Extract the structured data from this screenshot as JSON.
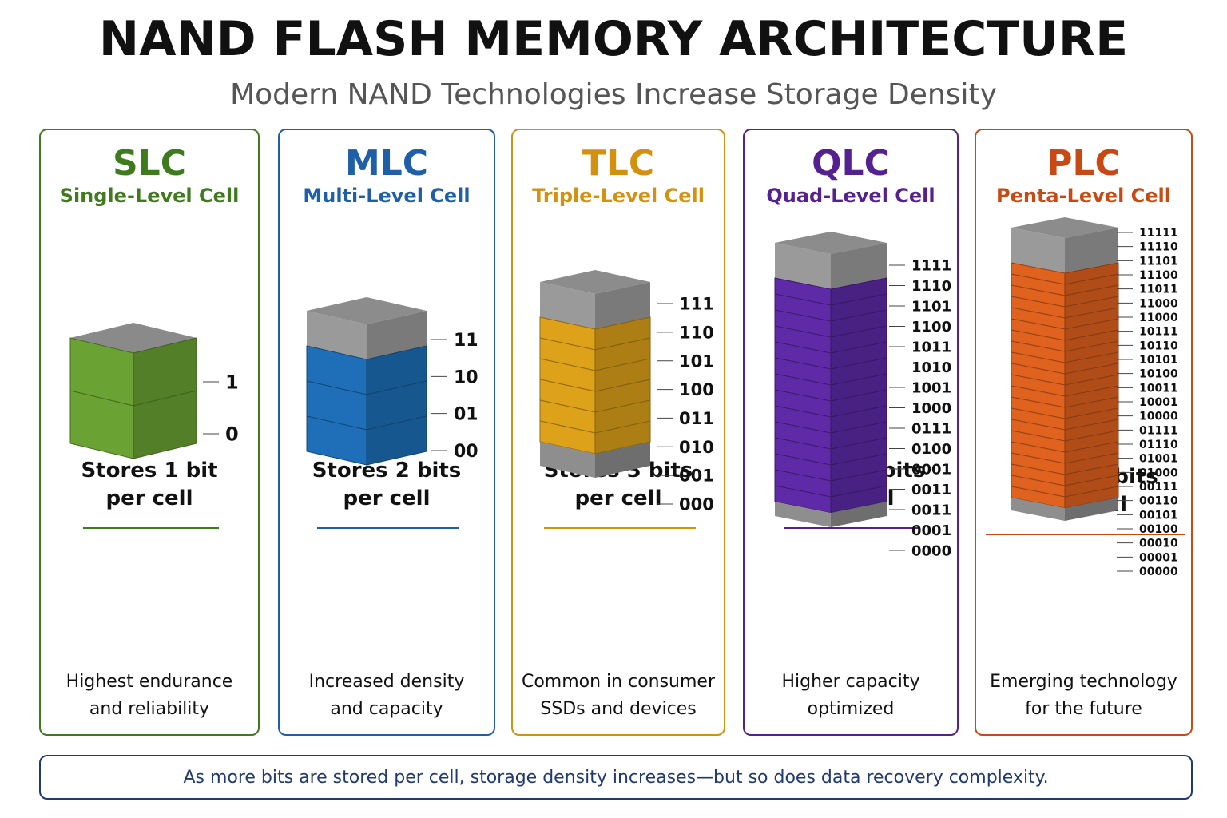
{
  "title": "NAND FLASH MEMORY ARCHITECTURE",
  "subtitle": "Modern NAND Technologies Increase Storage Density",
  "panels": [
    {
      "abbr": "SLC",
      "full": "Single-Level Cell",
      "color": "#3f7a1e",
      "layer_color": "#6aa333",
      "bits_line1": "Stores 1 bit",
      "bits_line2": "per cell",
      "desc_line1": "Highest endurance",
      "desc_line2": "and reliability",
      "states": [
        "1",
        "0"
      ]
    },
    {
      "abbr": "MLC",
      "full": "Multi-Level Cell",
      "color": "#1f5fa8",
      "layer_color": "#1e6fb8",
      "bits_line1": "Stores 2 bits",
      "bits_line2": "per cell",
      "desc_line1": "Increased density",
      "desc_line2": "and capacity",
      "states": [
        "11",
        "10",
        "01",
        "00"
      ]
    },
    {
      "abbr": "TLC",
      "full": "Triple-Level Cell",
      "color": "#d4900f",
      "layer_color": "#dea21a",
      "bits_line1": "Stores 3 bits",
      "bits_line2": "per cell",
      "desc_line1": "Common in consumer",
      "desc_line2": "SSDs and devices",
      "states": [
        "111",
        "110",
        "101",
        "100",
        "011",
        "010",
        "001",
        "000"
      ]
    },
    {
      "abbr": "QLC",
      "full": "Quad-Level Cell",
      "color": "#55208f",
      "layer_color": "#5e2aa8",
      "bits_line1": "Stores 4 bits",
      "bits_line2": "per cell",
      "desc_line1": "Higher capacity",
      "desc_line2": "optimized",
      "states": [
        "1111",
        "1110",
        "1101",
        "1100",
        "1011",
        "1010",
        "1001",
        "1000",
        "0111",
        "0100",
        "0001",
        "0011",
        "0011",
        "0001",
        "0000"
      ]
    },
    {
      "abbr": "PLC",
      "full": "Penta-Level Cell",
      "color": "#c84a12",
      "layer_color": "#e0621f",
      "bits_line1": "Stores 5 bits",
      "bits_line2": "per cell",
      "desc_line1": "Emerging technology",
      "desc_line2": "for the future",
      "states": [
        "11111",
        "11110",
        "11101",
        "11100",
        "11011",
        "11000",
        "11000",
        "10111",
        "10110",
        "10101",
        "10100",
        "10011",
        "10001",
        "10000",
        "01111",
        "01110",
        "01001",
        "01000",
        "00111",
        "00110",
        "00101",
        "00100",
        "00010",
        "00001",
        "00000"
      ]
    }
  ],
  "footer": "As more bits are stored per cell, storage density increases—but so does data recovery complexity."
}
